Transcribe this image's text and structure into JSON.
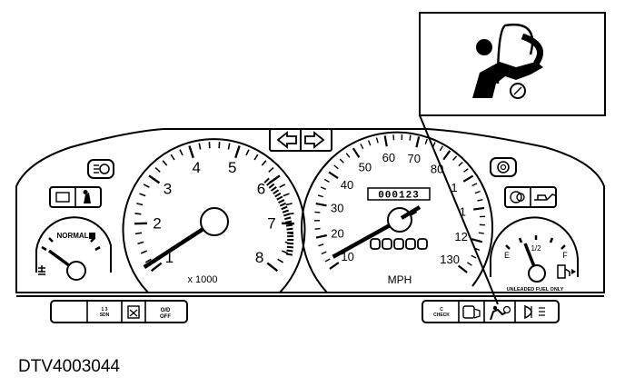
{
  "caption": "DTV4003044",
  "tachometer": {
    "numbers": [
      "1",
      "2",
      "3",
      "4",
      "5",
      "6",
      "7",
      "8"
    ],
    "unit": "x 1000"
  },
  "speedometer": {
    "numbers": [
      "10",
      "20",
      "30",
      "40",
      "50",
      "60",
      "70",
      "80",
      "1",
      "1",
      "12",
      "130"
    ],
    "unit": "MPH",
    "odometer": "000123"
  },
  "temp_gauge": {
    "label": "NORMAL"
  },
  "fuel_gauge": {
    "empty": "E",
    "half": "1/2",
    "full": "F",
    "note": "UNLEADED FUEL ONLY"
  },
  "left_indicators": {
    "cell1": "1 3\nSDN",
    "cell2": "O/D\nOFF"
  },
  "right_indicators": {
    "cell1": "C\nCHECK"
  },
  "callout": {
    "icon": "airbag-warning-icon"
  },
  "colors": {
    "ink": "#000000",
    "paper": "#ffffff"
  }
}
